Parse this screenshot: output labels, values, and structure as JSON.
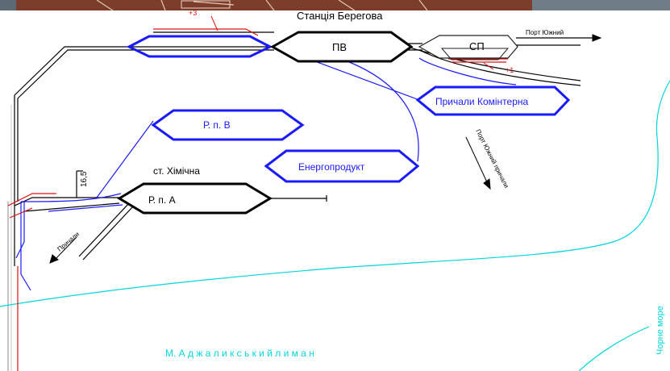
{
  "station_title": "Станція Берегова",
  "labels": {
    "pv": "ПВ",
    "sp": "СП",
    "port_south": "Порт Южний",
    "plus3": "+3",
    "plus1": "+1",
    "prychaly_kominterna": "Причали Комінтерна",
    "rp_v": "Р. п. В",
    "energoprodukt": "Енергопродукт",
    "port_south_prychaly": "Порт Южний причали",
    "st_khimichna": "ст.  Хімічна",
    "rp_a": "Р. п. А",
    "km": "16,5",
    "prychaly": "Причали",
    "lyman": "М. А д ж а л и к с ь к и й   л и м а н",
    "sea": "Чорне море"
  },
  "colors": {
    "track": "#000000",
    "blue": "#1a1aff",
    "red": "#e01010",
    "water": "#00d4e0",
    "banner": "#8a3e2a"
  }
}
